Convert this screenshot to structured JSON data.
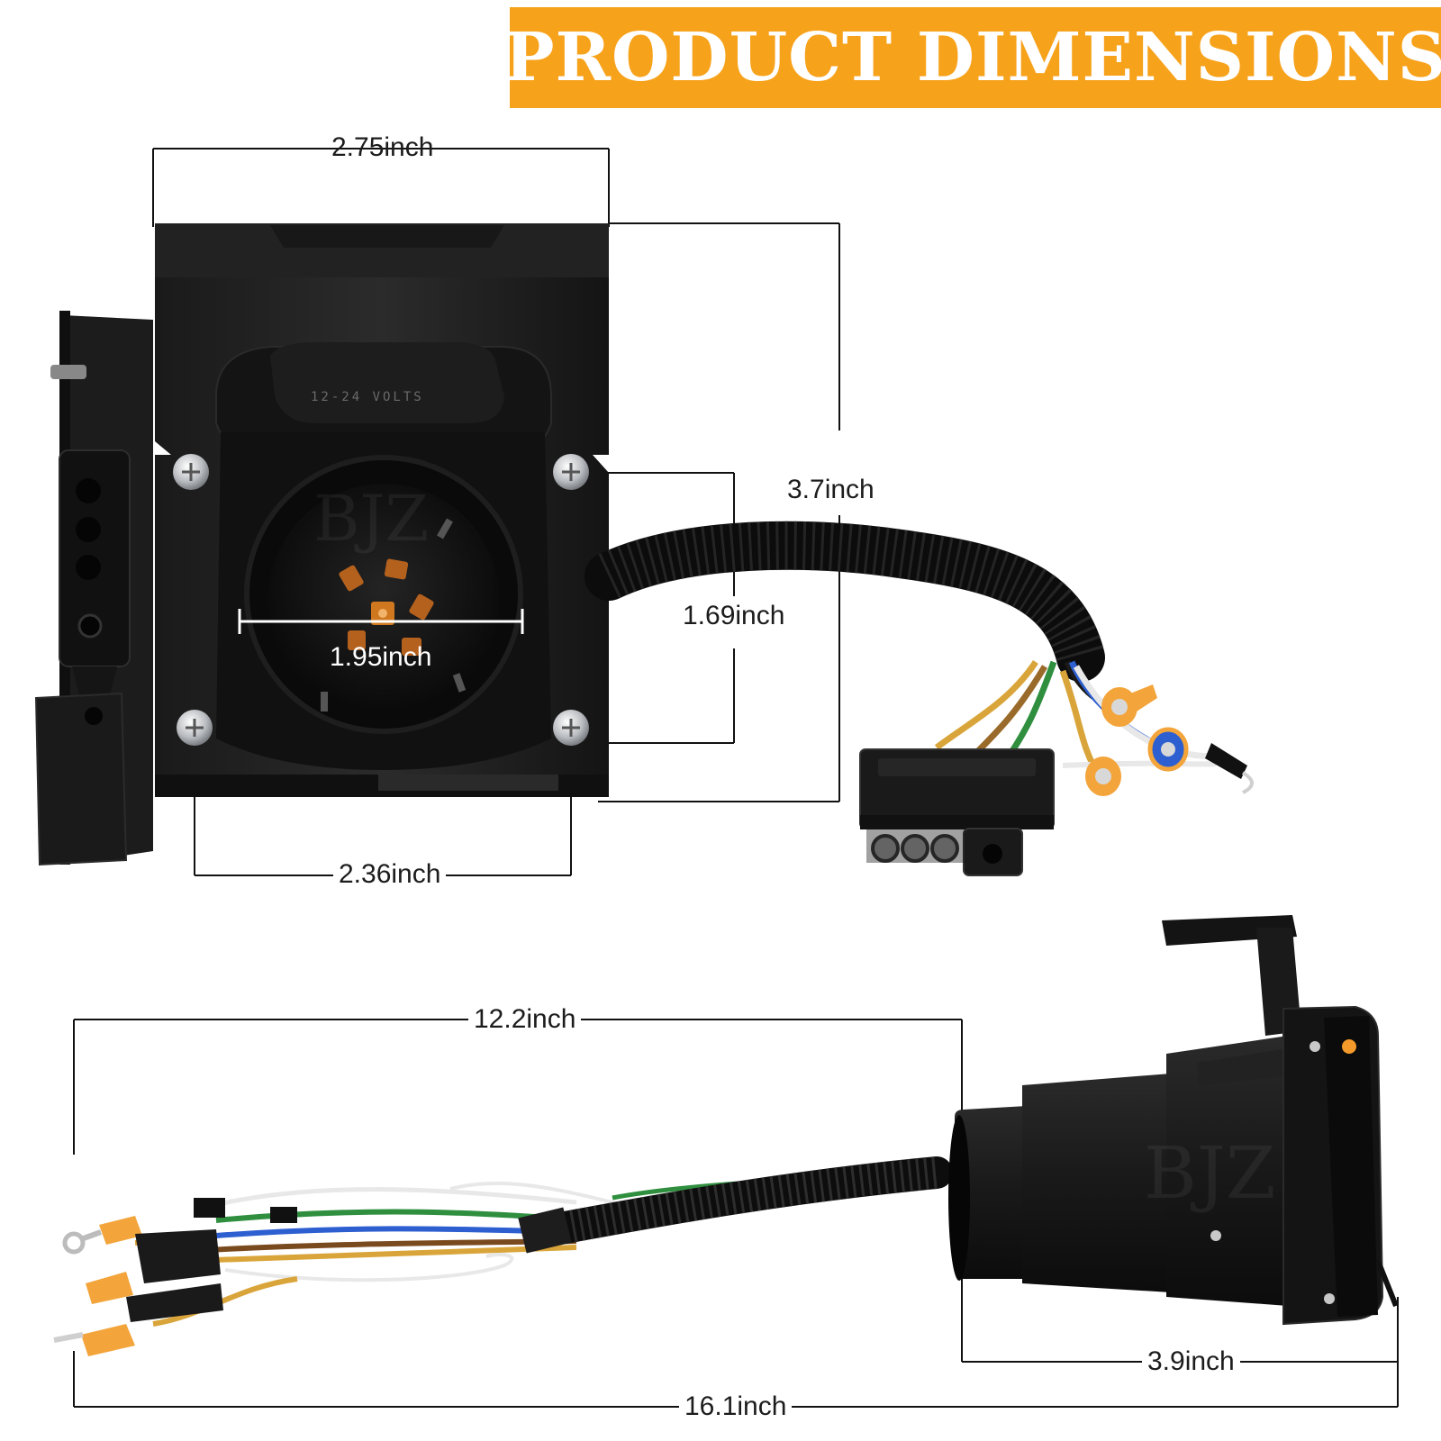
{
  "banner": {
    "title": "PRODUCT DIMENSIONS",
    "background_color": "#f7a21b",
    "text_color": "#ffffff"
  },
  "top_view": {
    "dimensions": {
      "housing_width": "2.75inch",
      "housing_height": "3.7inch",
      "screw_vertical_spacing": "1.69inch",
      "socket_diameter": "1.95inch",
      "screw_horizontal_spacing": "2.36inch"
    },
    "socket_cover_text": "12-24 VOLTS",
    "watermark": "BJZ"
  },
  "bottom_view": {
    "dimensions": {
      "harness_length": "12.2inch",
      "connector_length": "3.9inch",
      "total_length": "16.1inch"
    },
    "watermark": "BJZ"
  },
  "wire_colors": {
    "brown": "#9a6a2a",
    "green": "#2f8f3f",
    "blue": "#2d5fd0",
    "white": "#e8e8e8",
    "yellow": "#d9a53a",
    "terminal_orange": "#f3a43a"
  }
}
